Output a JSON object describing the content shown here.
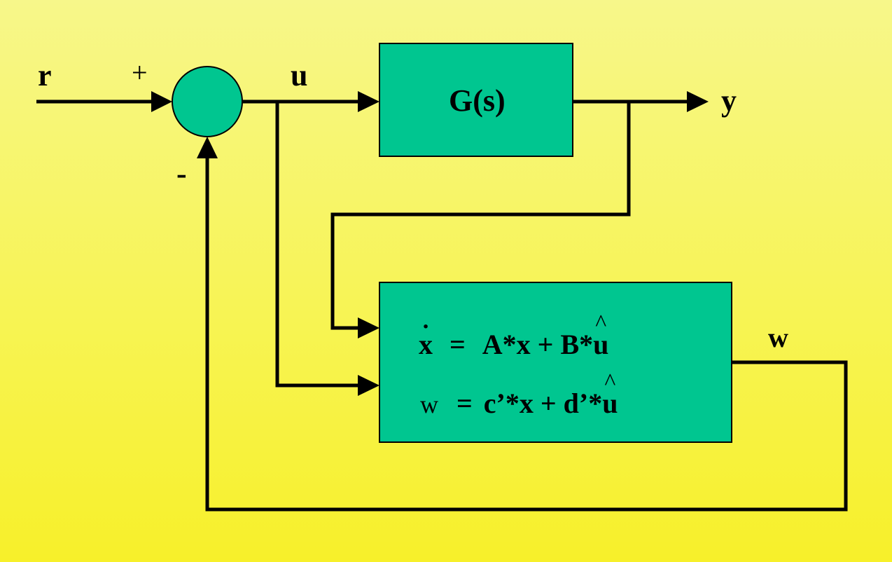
{
  "colors": {
    "block_fill": "#00c690",
    "line": "#000000",
    "background_top": "#f7f78a",
    "background_bottom": "#f7f02a"
  },
  "signals": {
    "r": "r",
    "u": "u",
    "y": "y",
    "w": "w"
  },
  "summing_junction": {
    "plus_sign": "+",
    "minus_sign": "-"
  },
  "plant": {
    "label": "G(s)"
  },
  "controller": {
    "eq1": {
      "lhs": "x",
      "lhs_dot": "·",
      "op": "=",
      "rhs": "A*x + B*",
      "input": "u",
      "hat": "^"
    },
    "eq2": {
      "lhs": "w",
      "op": "=",
      "rhs": "c’*x + d’*",
      "input": "u",
      "hat": "^"
    }
  }
}
